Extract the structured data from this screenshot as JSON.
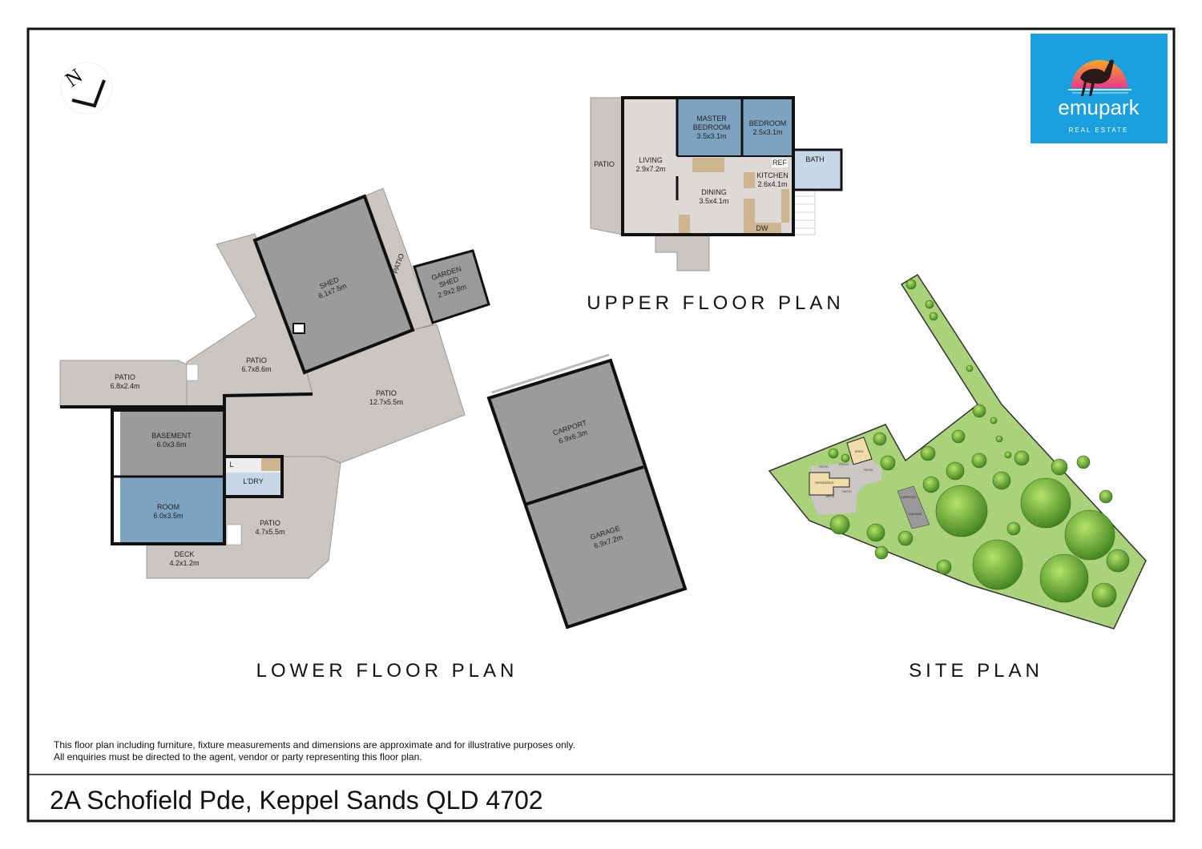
{
  "colors": {
    "patio": "#c9c6c3",
    "shed": "#9b9b9b",
    "room_blue": "#7ea3c1",
    "interior": "#dcd9d6",
    "wet": "#c8d7e8",
    "lawn": "#a9d27b",
    "tree": "#4f9a2a",
    "logo_bg": "#1aa0df"
  },
  "logo": {
    "brand_main": "emupark",
    "brand_sub": "REAL ESTATE"
  },
  "compass": {
    "label": "N"
  },
  "upper_floor": {
    "title": "UPPER FLOOR PLAN",
    "rooms": [
      {
        "name": "PATIO",
        "size": ""
      },
      {
        "name": "LIVING",
        "size": "2.9x7.2m"
      },
      {
        "name": "MASTER BEDROOM",
        "line1": "MASTER",
        "line2": "BEDROOM",
        "size": "3.5x3.1m"
      },
      {
        "name": "BEDROOM",
        "size": "2.5x3.1m"
      },
      {
        "name": "BATH",
        "size": ""
      },
      {
        "name": "KITCHEN",
        "size": "2.6x4.1m"
      },
      {
        "name": "DINING",
        "size": "3.5x4.1m"
      }
    ],
    "fixtures": {
      "ref": "REF",
      "dw": "DW"
    }
  },
  "lower_floor": {
    "title": "LOWER FLOOR PLAN",
    "rooms": [
      {
        "name": "SHED",
        "size": "6.1x7.5m"
      },
      {
        "name": "PATIO",
        "size": ""
      },
      {
        "name": "GARDEN SHED",
        "line1": "GARDEN",
        "line2": "SHED",
        "size": "2.9x2.8m"
      },
      {
        "name": "PATIO",
        "size": "6.7x8.6m"
      },
      {
        "name": "PATIO",
        "size": "6.8x2.4m"
      },
      {
        "name": "PATIO",
        "size": "12.7x5.5m"
      },
      {
        "name": "BASEMENT",
        "size": "6.0x3.6m"
      },
      {
        "name": "L'DRY",
        "size": ""
      },
      {
        "name": "ROOM",
        "size": "6.0x3.5m"
      },
      {
        "name": "PATIO",
        "size": "4.7x5.5m"
      },
      {
        "name": "DECK",
        "size": "4.2x1.2m"
      },
      {
        "name": "CARPORT",
        "size": "6.9x6.3m"
      },
      {
        "name": "GARAGE",
        "size": "6.9x7.2m"
      }
    ],
    "fixtures": {
      "laundry_tub": "L"
    }
  },
  "site_plan": {
    "title": "SITE PLAN",
    "labels": [
      "RESIDENCE",
      "SHED",
      "PATIO",
      "PATIO",
      "PATIO",
      "PATIO",
      "DECK",
      "CARPORT",
      "GARAGE"
    ]
  },
  "disclaimer": [
    "This floor plan including furniture, fixture measurements and dimensions are approximate and for illustrative purposes only.",
    "All enquiries must be directed to the agent, vendor or party representing this floor plan."
  ],
  "address": "2A Schofield Pde, Keppel Sands QLD 4702"
}
